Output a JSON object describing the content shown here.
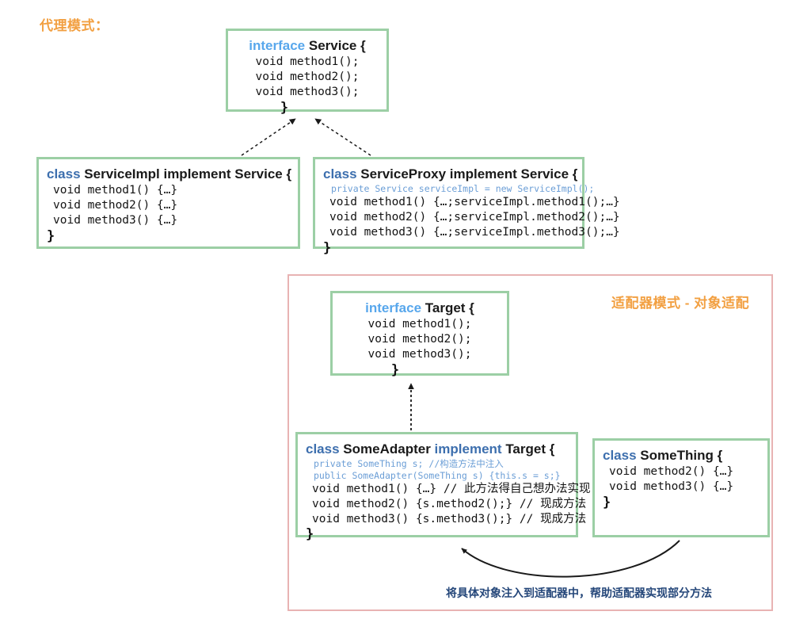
{
  "headings": {
    "proxy": "代理模式：",
    "adapter": "适配器模式 - 对象适配"
  },
  "colors": {
    "heading_orange": "#f2a042",
    "box_border_green": "#9ccfa5",
    "group_border_pink": "#e8b3b3",
    "keyword_interface_blue": "#58a7ec",
    "keyword_class_blue": "#3d6fae",
    "sub_code_blue": "#6b9ed6",
    "caption_navy": "#25477a",
    "arrow_black": "#1a1a1a"
  },
  "boxes": {
    "service": {
      "keyword": "interface",
      "name": "Service",
      "open_brace": "{",
      "lines": [
        "void method1();",
        "void method2();",
        "void method3();"
      ],
      "close_brace": "}"
    },
    "service_impl": {
      "keyword": "class",
      "name": "ServiceImpl",
      "implement_keyword": "implement",
      "supertype": "Service",
      "open_brace": "{",
      "sub_lines": [],
      "lines": [
        "void method1() {…}",
        "void method2() {…}",
        "void method3() {…}"
      ],
      "close_brace": "}"
    },
    "service_proxy": {
      "keyword": "class",
      "name": "ServiceProxy",
      "implement_keyword": "implement",
      "supertype": "Service",
      "open_brace": "{",
      "sub_lines": [
        "private Service serviceImpl = new ServiceImpl();"
      ],
      "lines": [
        "void method1() {…;serviceImpl.method1();…}",
        "void method2() {…;serviceImpl.method2();…}",
        "void method3() {…;serviceImpl.method3();…}"
      ],
      "close_brace": "}"
    },
    "target": {
      "keyword": "interface",
      "name": "Target",
      "open_brace": "{",
      "lines": [
        "void method1();",
        "void method2();",
        "void method3();"
      ],
      "close_brace": "}"
    },
    "some_adapter": {
      "keyword": "class",
      "name": "SomeAdapter",
      "implement_keyword": "implement",
      "supertype": "Target",
      "open_brace": "{",
      "sub_lines": [
        "private SomeThing s; //构造方法中注入",
        "public SomeAdapter(SomeThing s) {this.s = s;}"
      ],
      "lines": [
        "void method1() {…} // 此方法得自己想办法实现",
        "void method2() {s.method2();} // 现成方法",
        "void method3() {s.method3();} // 现成方法"
      ],
      "close_brace": "}"
    },
    "some_thing": {
      "keyword": "class",
      "name": "SomeThing",
      "open_brace": "{",
      "lines": [
        "void method2() {…}",
        "void method3() {…}"
      ],
      "close_brace": "}"
    }
  },
  "caption": {
    "injection_note": "将具体对象注入到适配器中，帮助适配器实现部分方法"
  },
  "arrows": {
    "impl_to_service": "dotted-implements",
    "proxy_to_service": "dotted-implements",
    "adapter_to_target": "dotted-implements",
    "something_to_adapter": "solid-curved-association"
  }
}
